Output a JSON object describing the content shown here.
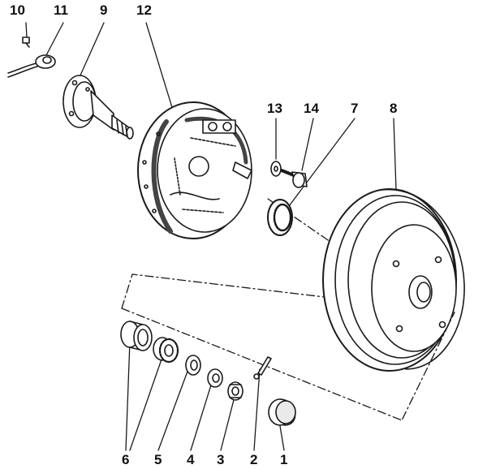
{
  "labels": {
    "l1": "1",
    "l2": "2",
    "l3": "3",
    "l4": "4",
    "l5": "5",
    "l6": "6",
    "l7": "7",
    "l8": "8",
    "l9": "9",
    "l10": "10",
    "l11": "11",
    "l12": "12",
    "l13": "13",
    "l14": "14"
  },
  "colors": {
    "ink": "#1a1a1a",
    "paper": "#ffffff",
    "shade": "#d9d9d9"
  }
}
